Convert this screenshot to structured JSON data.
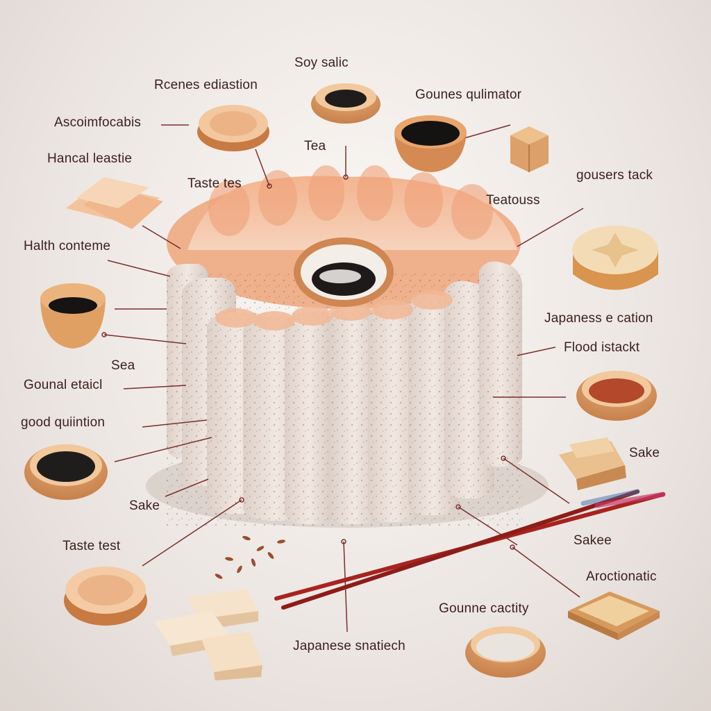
{
  "labels": {
    "soy_salic": "Soy salic",
    "rcenes_ediastion": "Rcenes ediastion",
    "gounes_qulimator": "Gounes qulimator",
    "ascoimfocabis": "Ascoimfocabis",
    "tea": "Tea",
    "hancal_leastie": "Hancal leastie",
    "taste_tes": "Taste tes",
    "gousers_tack": "gousers tack",
    "teatouss": "Teatouss",
    "halth_conteme": "Halth conteme",
    "japaness_cation": "Japaness e cation",
    "flood_istackt": "Flood istackt",
    "sea": "Sea",
    "gounal_etaicl": "Gounal etaicl",
    "good_quiintion": "good quiintion",
    "sake_right": "Sake",
    "sake_left": "Sake",
    "sakee": "Sakee",
    "taste_test": "Taste test",
    "aroctionatic": "Aroctionatic",
    "gounne_cactity": "Gounne cactity",
    "japanese_snatiech": "Japanese snatiech"
  },
  "colors": {
    "cracker_light": "#efe2da",
    "cracker_toast": "#f0b08c",
    "wood": "#d9935a",
    "wood_dark": "#b66e3a",
    "line": "#7a2e2a",
    "chopstick": "#a8231f"
  }
}
